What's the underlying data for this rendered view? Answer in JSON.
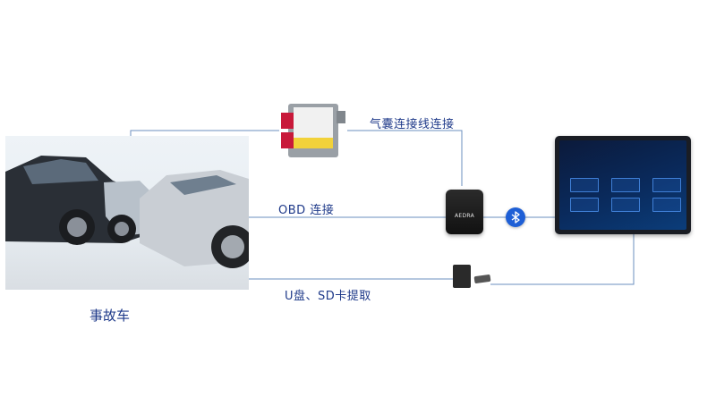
{
  "labels": {
    "airbag_link": "气囊连接线连接",
    "obd_link": "OBD 连接",
    "storage_link": "U盘、SD卡提取",
    "accident_car": "事故车"
  },
  "device": {
    "brand": "AEDRA"
  },
  "colors": {
    "line": "#6b8fbf",
    "label": "#1f3a8a",
    "bluetooth": "#1e5fd6"
  },
  "icons": [
    "car-crash-image",
    "airbag-module-image",
    "obd-dongle-image",
    "bluetooth-icon",
    "tablet-image",
    "sd-card-image",
    "usb-drive-image"
  ]
}
